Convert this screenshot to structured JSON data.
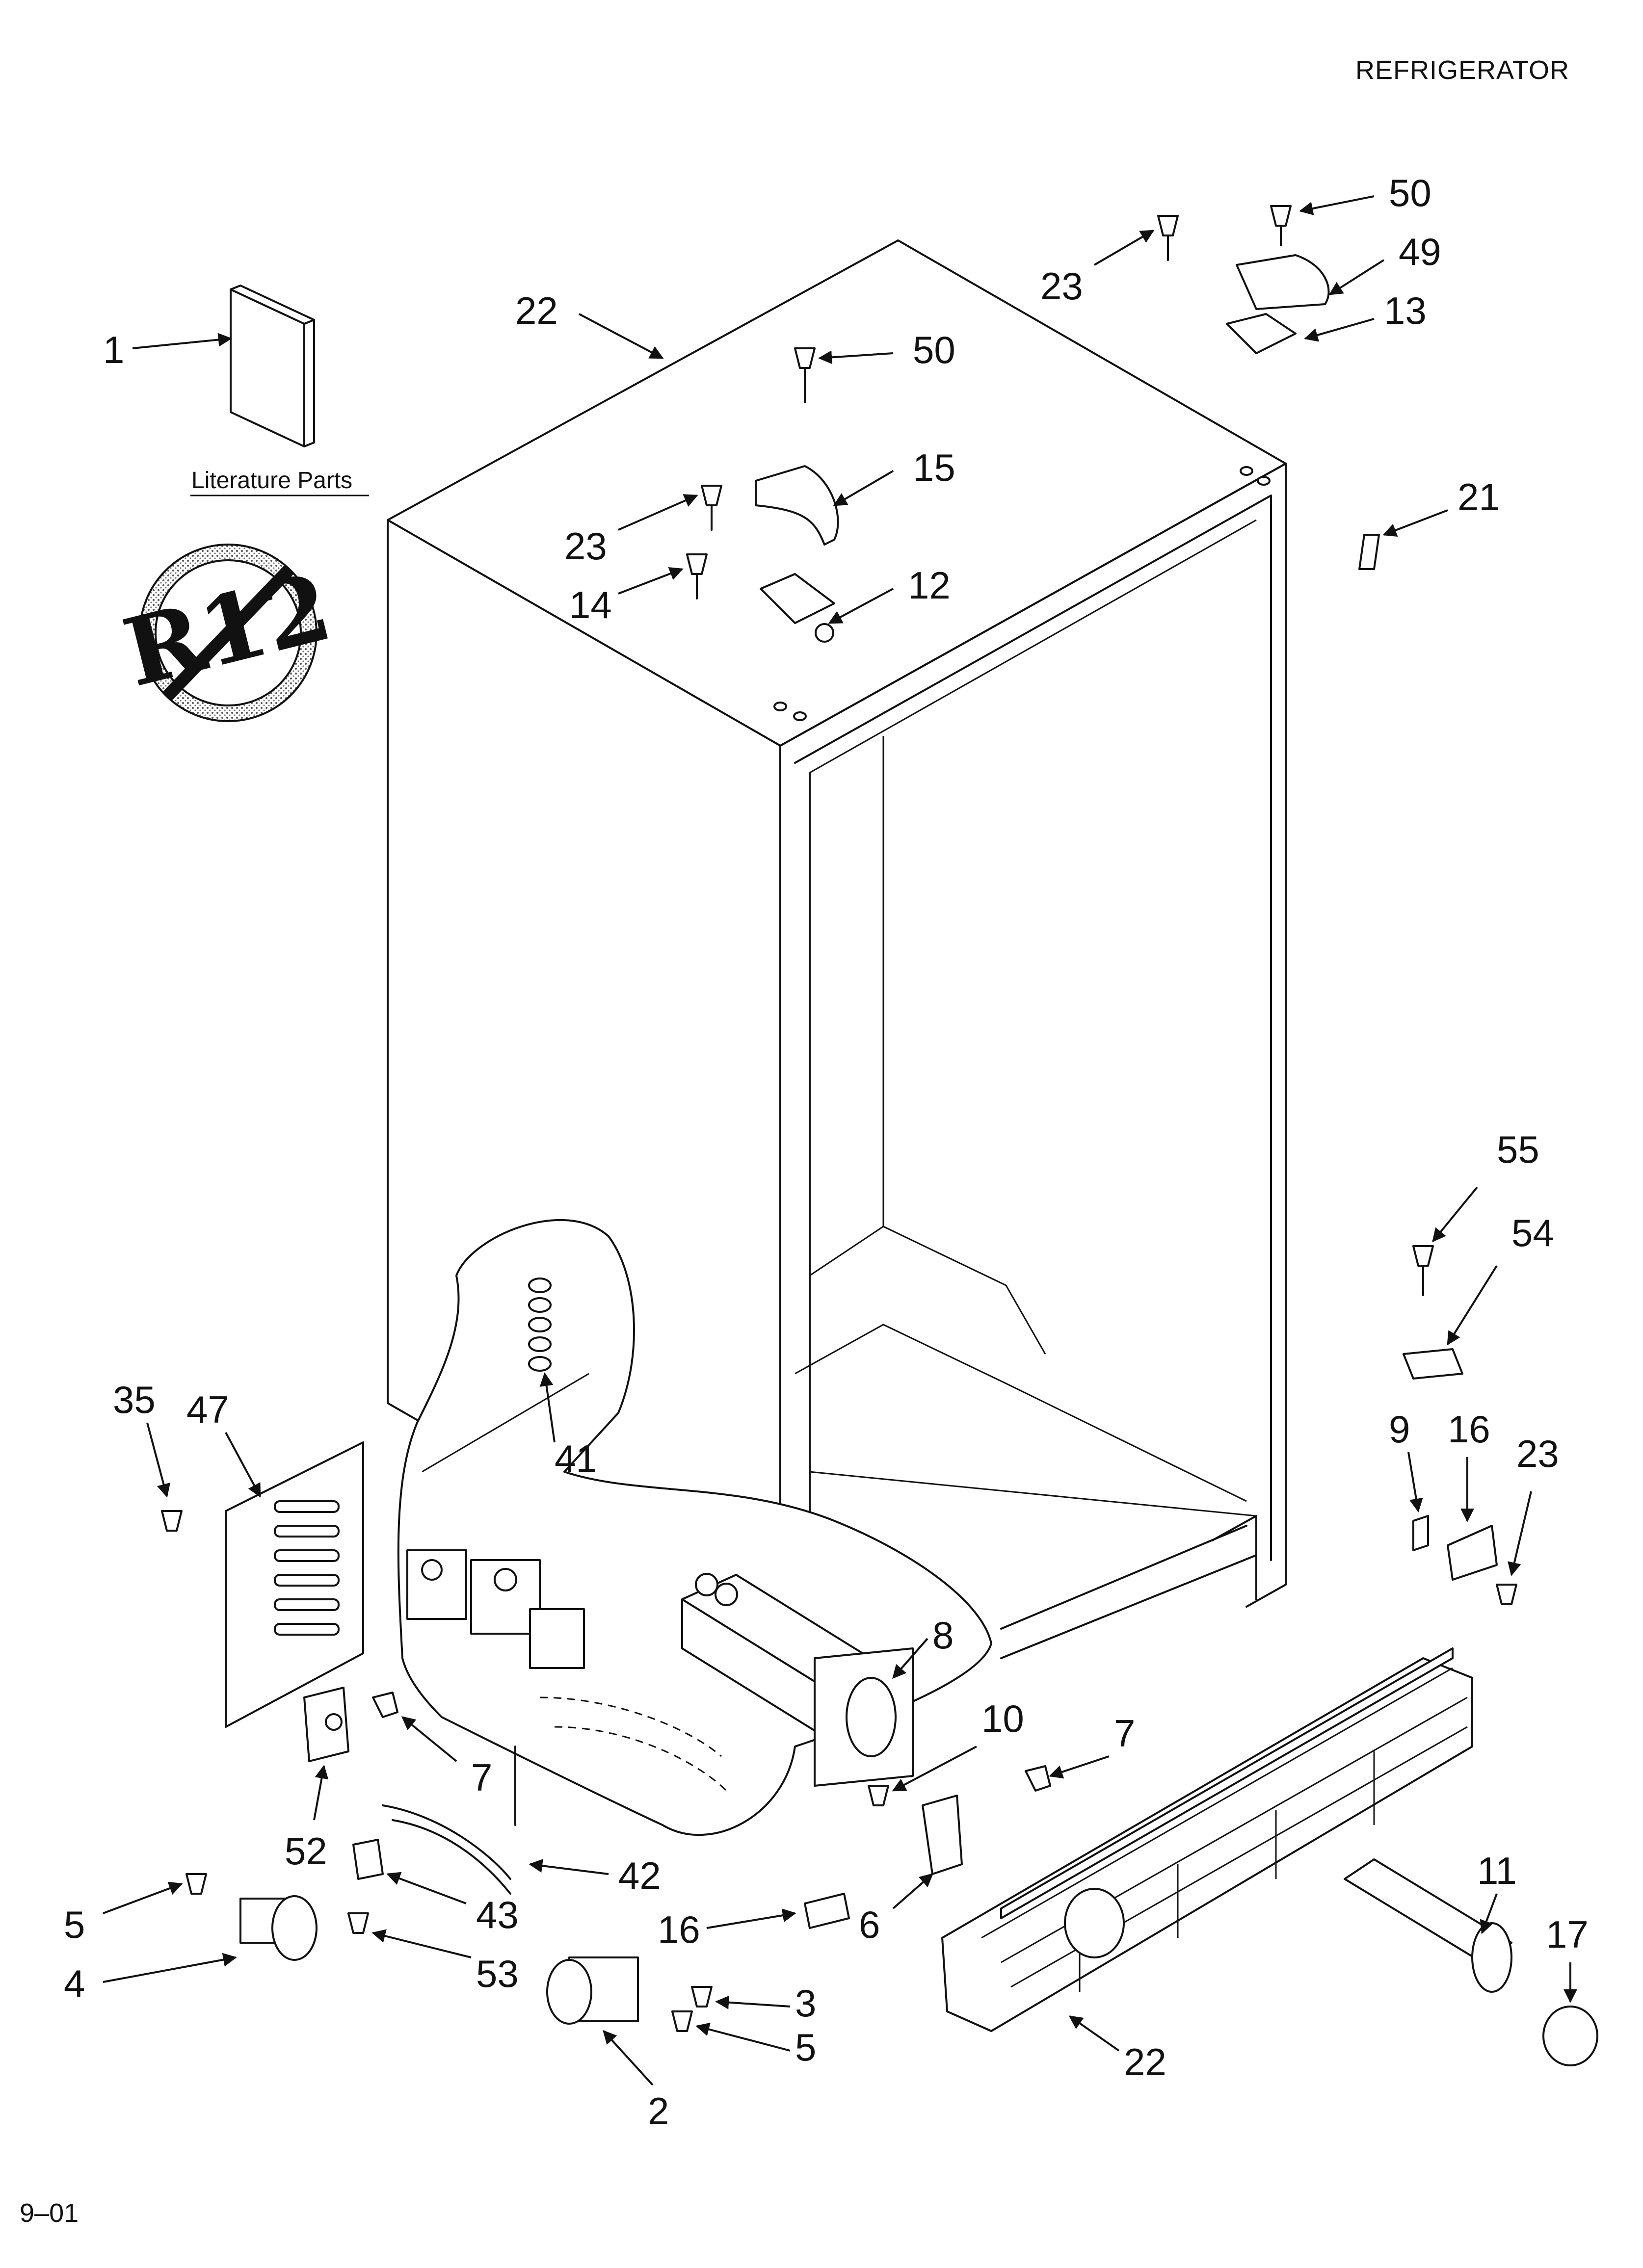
{
  "header": {
    "title": "REFRIGERATOR"
  },
  "footer": {
    "code": "9–01"
  },
  "literature": {
    "label": "Literature Parts"
  },
  "refrigerant_symbol": {
    "text": "R12",
    "icon": "no-r12-icon"
  },
  "callouts": [
    "1",
    "22",
    "50",
    "15",
    "23",
    "14",
    "12",
    "23",
    "50",
    "49",
    "13",
    "21",
    "55",
    "54",
    "9",
    "16",
    "23",
    "35",
    "47",
    "41",
    "8",
    "7",
    "10",
    "7",
    "52",
    "42",
    "43",
    "53",
    "5",
    "4",
    "16",
    "6",
    "3",
    "5",
    "2",
    "22",
    "11",
    "17"
  ]
}
